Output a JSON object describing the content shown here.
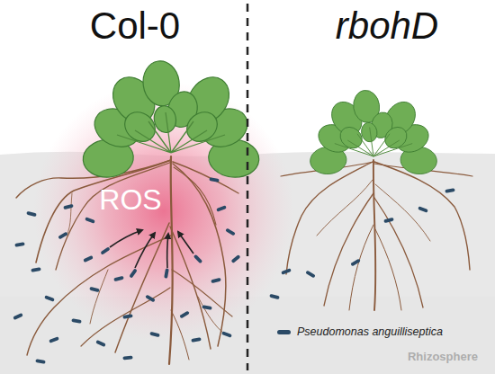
{
  "diagram": {
    "labels": [
      "Col-0",
      "rbohD",
      "ROS",
      "Rhizosphere"
    ],
    "legend": [
      {
        "text": "Pseudomonas anguilliseptica",
        "color": "#2b4a66"
      }
    ]
  }
}
